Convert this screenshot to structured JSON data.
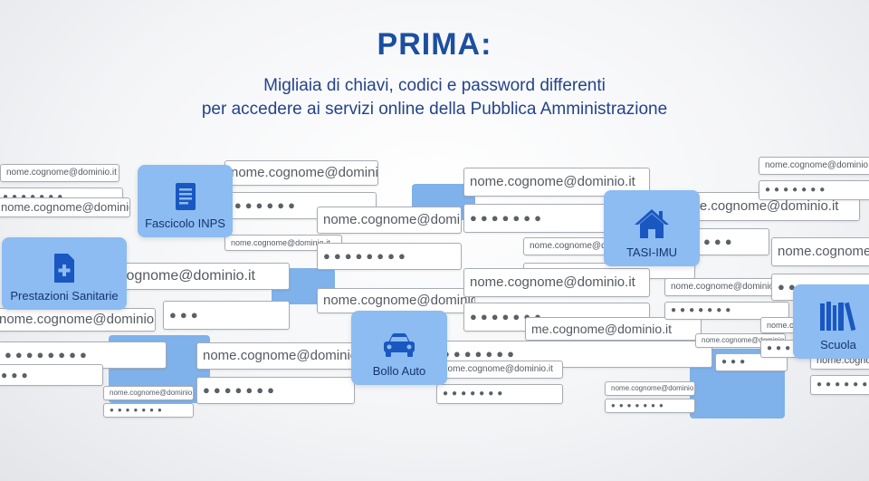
{
  "header": {
    "title": "PRIMA:",
    "subtitle_line1": "Migliaia di chiavi, codici e password differenti",
    "subtitle_line2": "per accedere ai servizi online della Pubblica Amministrazione"
  },
  "fields": {
    "email": "nome.cognome@dominio.it",
    "email_partial_a": "nome.cognome@domi",
    "email_partial_b": "nome.cognome@dominio",
    "email_partial_c": ".cognome@dominio.it",
    "email_partial_d": "ome.cognome@dominio.it",
    "email_partial_e": "nome.cognome@dominio.it",
    "email_partial_f": "nome.cognome@dom",
    "email_partial_g": "me.cognome@dominio.it",
    "email_partial_h": "nome.cognome@domi",
    "password": "●●●●●●●",
    "password_short": "●●●",
    "password_long": "●●●●●●●●"
  },
  "tiles": {
    "inps": "Fascicolo INPS",
    "sanita": "Prestazioni Sanitarie",
    "bollo": "Bollo Auto",
    "tasi": "TASI-IMU",
    "scuola": "Scuola"
  },
  "colors": {
    "title": "#1c4fa0",
    "tile": "#8cbcf2",
    "icon": "#1a57c0"
  }
}
